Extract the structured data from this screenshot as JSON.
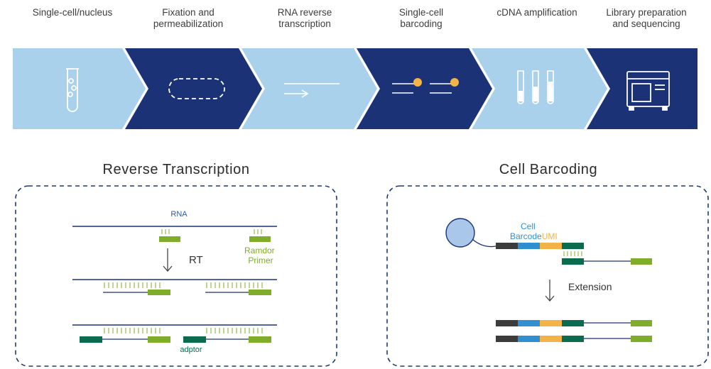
{
  "workflow": {
    "steps": [
      {
        "label": "Single-cell/nucleus",
        "icon": "test-tube-icon",
        "color": "#a9d1ec"
      },
      {
        "label": "Fixation and\npermeabilization",
        "icon": "dashed-capsule-icon",
        "color": "#1c3277"
      },
      {
        "label": "RNA reverse\ntranscription",
        "icon": "arrow-line-icon",
        "color": "#a9d1ec"
      },
      {
        "label": "Single-cell\nbarcoding",
        "icon": "barcode-beads-icon",
        "color": "#1c3277"
      },
      {
        "label": "cDNA amplification",
        "icon": "tubes-icon",
        "color": "#a9d1ec"
      },
      {
        "label": "Library preparation\nand sequencing",
        "icon": "sequencer-icon",
        "color": "#1c3277"
      }
    ]
  },
  "reverse_transcription": {
    "title": "Reverse Transcription",
    "rna_label": "RNA",
    "rt_label": "RT",
    "primer_label": "Ramdor\nPrimer",
    "adaptor_label": "adptor"
  },
  "cell_barcoding": {
    "title": "Cell Barcoding",
    "cell_label": "Cell",
    "barcode_label": "Barcode",
    "umi_label": "UMI",
    "extension_label": "Extension"
  },
  "colors": {
    "light_blue": "#a9d1ec",
    "navy": "#1c3277",
    "primer_green": "#7fad2a",
    "adaptor_green": "#0b6b4f",
    "barcode_blue": "#2f8fd0",
    "umi_orange": "#f4b346",
    "dark_gray": "#3c3c3c",
    "bead": "#a9c7e8",
    "dashed_border": "#1f3a6e"
  }
}
